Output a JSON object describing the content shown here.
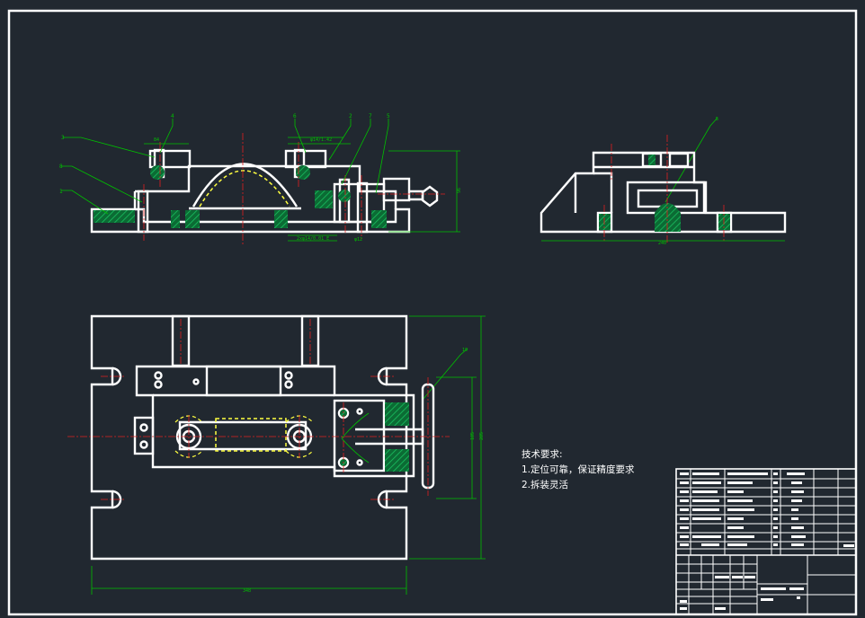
{
  "drawing": {
    "tech_requirements": {
      "title": "技术要求:",
      "items": [
        "1.定位可靠，保证精度要求",
        "2.拆装灵活"
      ]
    },
    "balloon_numbers": [
      "3",
      "8",
      "1",
      "4",
      "6",
      "2",
      "7",
      "5",
      "5",
      "10"
    ],
    "colors": {
      "background": "#212830",
      "outline": "#ffffff",
      "dimension": "#00c000",
      "hatch": "#00a040",
      "centerline": "#e02020",
      "hidden": "#ffff40"
    }
  }
}
